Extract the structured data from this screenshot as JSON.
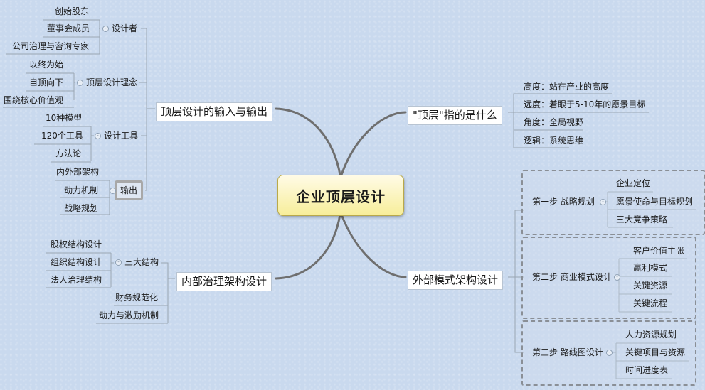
{
  "center": "企业顶层设计",
  "left": {
    "io": {
      "title": "顶层设计的输入与输出",
      "designers": {
        "label": "设计者",
        "items": [
          "创始股东",
          "董事会成员",
          "公司治理与咨询专家"
        ]
      },
      "concept": {
        "label": "顶层设计理念",
        "items": [
          "以终为始",
          "自顶向下",
          "围绕核心价值观"
        ]
      },
      "tools": {
        "label": "设计工具",
        "items": [
          "10种模型",
          "120个工具",
          "方法论"
        ]
      },
      "output": {
        "label": "输出",
        "items": [
          "内外部架构",
          "动力机制",
          "战略规划"
        ]
      }
    },
    "governance": {
      "title": "内部治理架构设计",
      "three": {
        "label": "三大结构",
        "items": [
          "股权结构设计",
          "组织结构设计",
          "法人治理结构"
        ]
      },
      "finance": "财务规范化",
      "incentive": "动力与激励机制"
    }
  },
  "right": {
    "what": {
      "title": "\"顶层\"指的是什么",
      "items": [
        "高度：站在产业的高度",
        "远度：着眼于5-10年的愿景目标",
        "角度：全局视野",
        "逻辑：系统思维"
      ]
    },
    "external": {
      "title": "外部模式架构设计",
      "steps": [
        {
          "label": "第一步 战略规划",
          "items": [
            "企业定位",
            "愿景使命与目标规划",
            "三大竞争策略"
          ]
        },
        {
          "label": "第二步 商业模式设计",
          "items": [
            "客户价值主张",
            "赢利模式",
            "关键资源",
            "关键流程"
          ]
        },
        {
          "label": "第三步 路线图设计",
          "items": [
            "人力资源规划",
            "关键项目与资源",
            "时间进度表"
          ]
        }
      ]
    }
  }
}
